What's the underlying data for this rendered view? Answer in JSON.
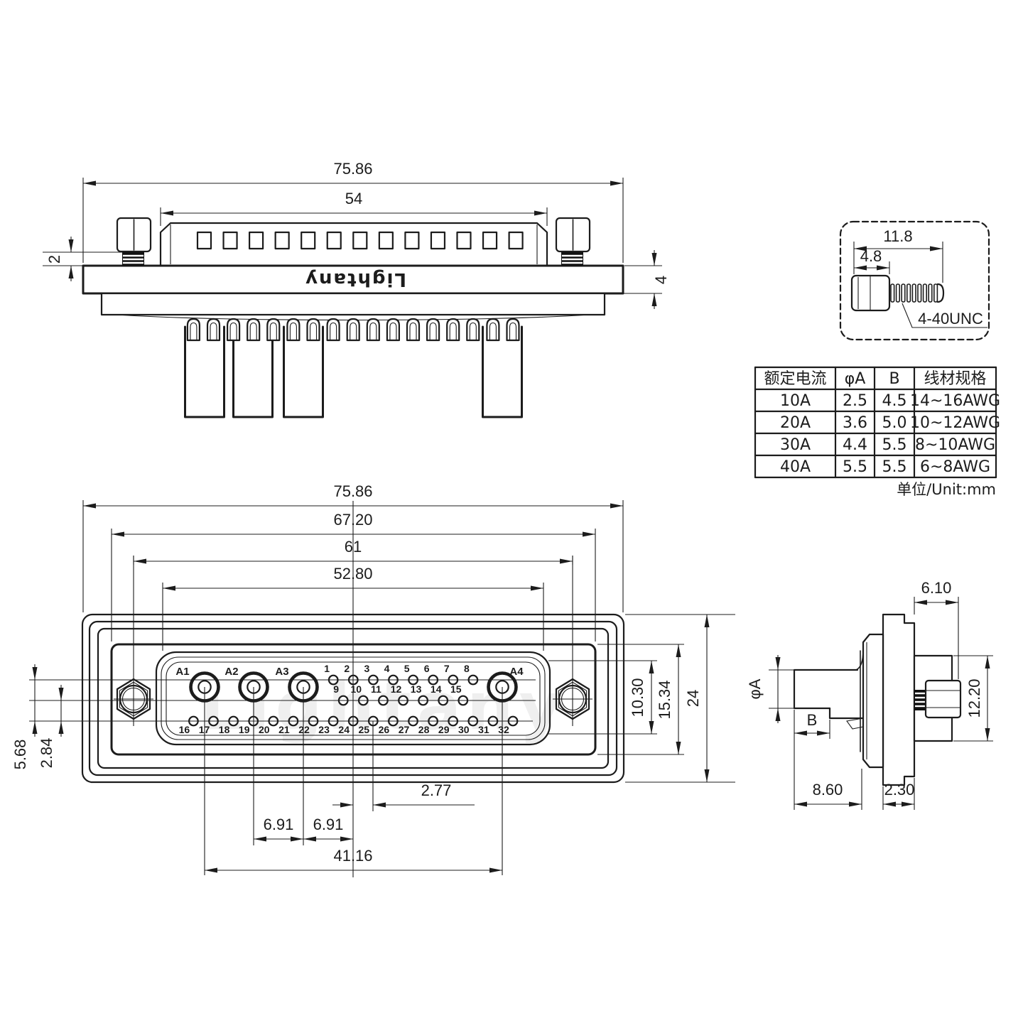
{
  "brand": {
    "name": "Lightany"
  },
  "top_view": {
    "dims": {
      "overall_width": "75.86",
      "body_width": "54",
      "thread_exposed": "2",
      "flange_thickness": "4"
    }
  },
  "screw_detail": {
    "dims": {
      "total_length": "11.8",
      "head_length": "4.8"
    },
    "thread_spec": "4-40UNC"
  },
  "spec_table": {
    "headers": [
      "额定电流",
      "φA",
      "B",
      "线材规格"
    ],
    "rows": [
      [
        "10A",
        "2.5",
        "4.5",
        "14~16AWG"
      ],
      [
        "20A",
        "3.6",
        "5.0",
        "10~12AWG"
      ],
      [
        "30A",
        "4.4",
        "5.5",
        "8~10AWG"
      ],
      [
        "40A",
        "5.5",
        "5.5",
        "6~8AWG"
      ]
    ],
    "unit_note": "单位/Unit:mm"
  },
  "front_view": {
    "dims": {
      "overall_width": "75.86",
      "shroud_width": "67.20",
      "mount_spacing": "61",
      "insert_width": "52.80",
      "insert_height": "10.30",
      "shroud_height": "15.34",
      "flange_height": "24",
      "row_offset_top": "5.68",
      "row_offset_mid": "2.84",
      "pin_pitch": "2.77",
      "gap_a2_a3": "6.91",
      "gap_a3_center": "6.91",
      "power_span": "41.16"
    },
    "pins": {
      "power_labels": [
        "A1",
        "A2",
        "A3",
        "A4"
      ],
      "top_row": [
        "1",
        "2",
        "3",
        "4",
        "5",
        "6",
        "7",
        "8"
      ],
      "middle_row": [
        "9",
        "10",
        "11",
        "12",
        "13",
        "14",
        "15"
      ],
      "bottom_row": [
        "16",
        "17",
        "18",
        "19",
        "20",
        "21",
        "22",
        "23",
        "24",
        "25",
        "26",
        "27",
        "28",
        "29",
        "30",
        "31",
        "32"
      ]
    }
  },
  "side_view": {
    "dims": {
      "rear_protrusion": "6.10",
      "contact_diameter": "φA",
      "tip_length": "B",
      "rear_height": "12.20",
      "front_depth": "8.60",
      "flange_section": "2.30"
    }
  }
}
